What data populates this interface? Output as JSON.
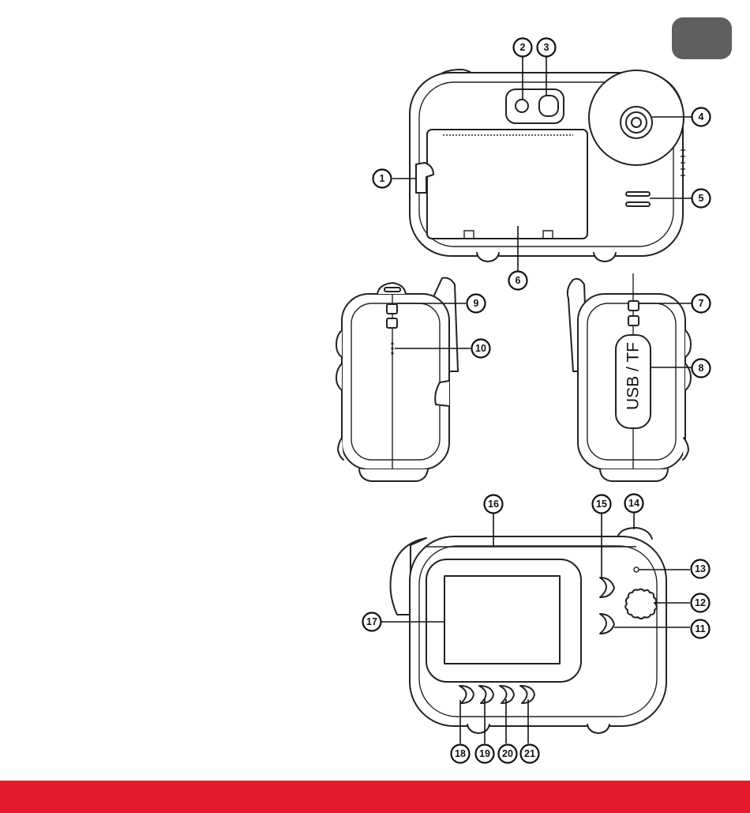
{
  "colors": {
    "page_tab": "#5f5f5f",
    "footer_band": "#e21a2c",
    "line": "#222222"
  },
  "back_view": {
    "callouts": [
      {
        "id": "1",
        "label": "1"
      },
      {
        "id": "2",
        "label": "2"
      },
      {
        "id": "3",
        "label": "3"
      },
      {
        "id": "4",
        "label": "4"
      },
      {
        "id": "5",
        "label": "5"
      },
      {
        "id": "6",
        "label": "6"
      }
    ]
  },
  "left_side_view": {
    "callouts": [
      {
        "id": "9",
        "label": "9"
      },
      {
        "id": "10",
        "label": "10"
      }
    ]
  },
  "right_side_view": {
    "port_label": "USB / TF",
    "callouts": [
      {
        "id": "7",
        "label": "7"
      },
      {
        "id": "8",
        "label": "8"
      }
    ]
  },
  "front_view": {
    "callouts": [
      {
        "id": "11",
        "label": "11"
      },
      {
        "id": "12",
        "label": "12"
      },
      {
        "id": "13",
        "label": "13"
      },
      {
        "id": "14",
        "label": "14"
      },
      {
        "id": "15",
        "label": "15"
      },
      {
        "id": "16",
        "label": "16"
      },
      {
        "id": "17",
        "label": "17"
      },
      {
        "id": "18",
        "label": "18"
      },
      {
        "id": "19",
        "label": "19"
      },
      {
        "id": "20",
        "label": "20"
      },
      {
        "id": "21",
        "label": "21"
      }
    ]
  }
}
